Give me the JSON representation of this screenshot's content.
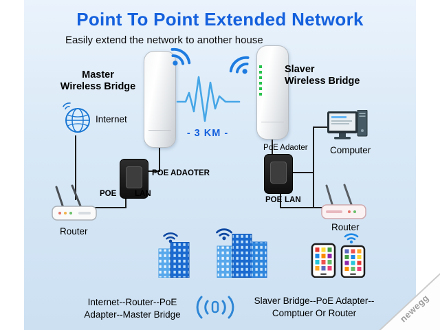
{
  "header": {
    "title": "Point To Point Extended Network",
    "subtitle": "Easily extend the network to another house"
  },
  "labels": {
    "master_line1": "Master",
    "master_line2": "Wireless Bridge",
    "slaver_line1": "Slaver",
    "slaver_line2": "Wireless Bridge",
    "distance": "- 3 KM -",
    "internet": "Internet",
    "poe_adapter_left": "POE ADAOTER",
    "poe_left": "POE",
    "lan_left": "LAN",
    "router_left": "Router",
    "poe_adapter_right": "PoE Adaoter",
    "poe_right": "POE",
    "lan_right": "LAN",
    "computer": "Computer",
    "router_right": "Router"
  },
  "footer": {
    "left_line1": "Internet--Router--PoE",
    "left_line2": "Adapter--Master Bridge",
    "right_line1": "Slaver Bridge--PoE Adapter--",
    "right_line2": "Comptuer Or Router"
  },
  "watermark": "newegg",
  "icons": {
    "wifi": "wifi-signal-arcs",
    "globe": "internet-globe",
    "pulse": "signal-pulse-line",
    "broadcast": "wireless-broadcast-waves",
    "buildings": "city-buildings",
    "phones": "smartphones-app-grid"
  },
  "colors": {
    "title_blue": "#1460dd",
    "pulse_blue": "#46a6e6",
    "wifi_blue": "#1d7be0",
    "building_dark_blue": "#1a6ad0",
    "building_light_blue": "#58a8ec",
    "background_blue": "#d8e8f6"
  }
}
